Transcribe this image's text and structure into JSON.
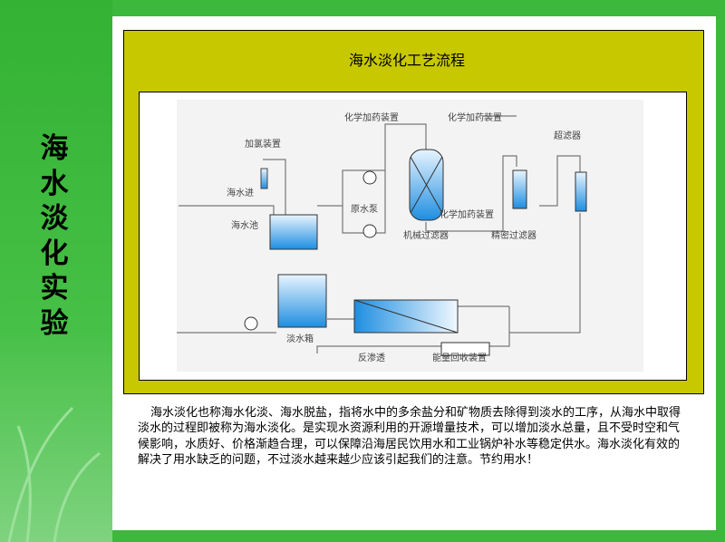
{
  "side_title": "海水淡化实验",
  "diagram": {
    "title": "海水淡化工艺流程",
    "labels": {
      "chem1": "化学加药装置",
      "chem2": "化学加药装置",
      "chem3": "化学加药装置",
      "chlorine": "加氯装置",
      "seawater_in": "海水进",
      "sea_pool": "海水池",
      "raw_pump": "原水泵",
      "mech_filter": "机械过滤器",
      "precision_filter": "精密过滤器",
      "ultrafilter": "超滤器",
      "fresh_tank": "淡水箱",
      "ro": "反渗透",
      "energy_recovery": "能量回收装置"
    }
  },
  "description": "海水淡化也称海水化淡、海水脱盐，指将水中的多余盐分和矿物质去除得到淡水的工序，从海水中取得淡水的过程即被称为海水淡化。是实现水资源利用的开源增量技术，可以增加淡水总量，且不受时空和气候影响，水质好、价格渐趋合理，可以保障沿海居民饮用水和工业锅炉补水等稳定供水。海水淡化有效的解决了用水缺乏的问题，不过淡水越来越少应该引起我们的注意。节约用水！"
}
